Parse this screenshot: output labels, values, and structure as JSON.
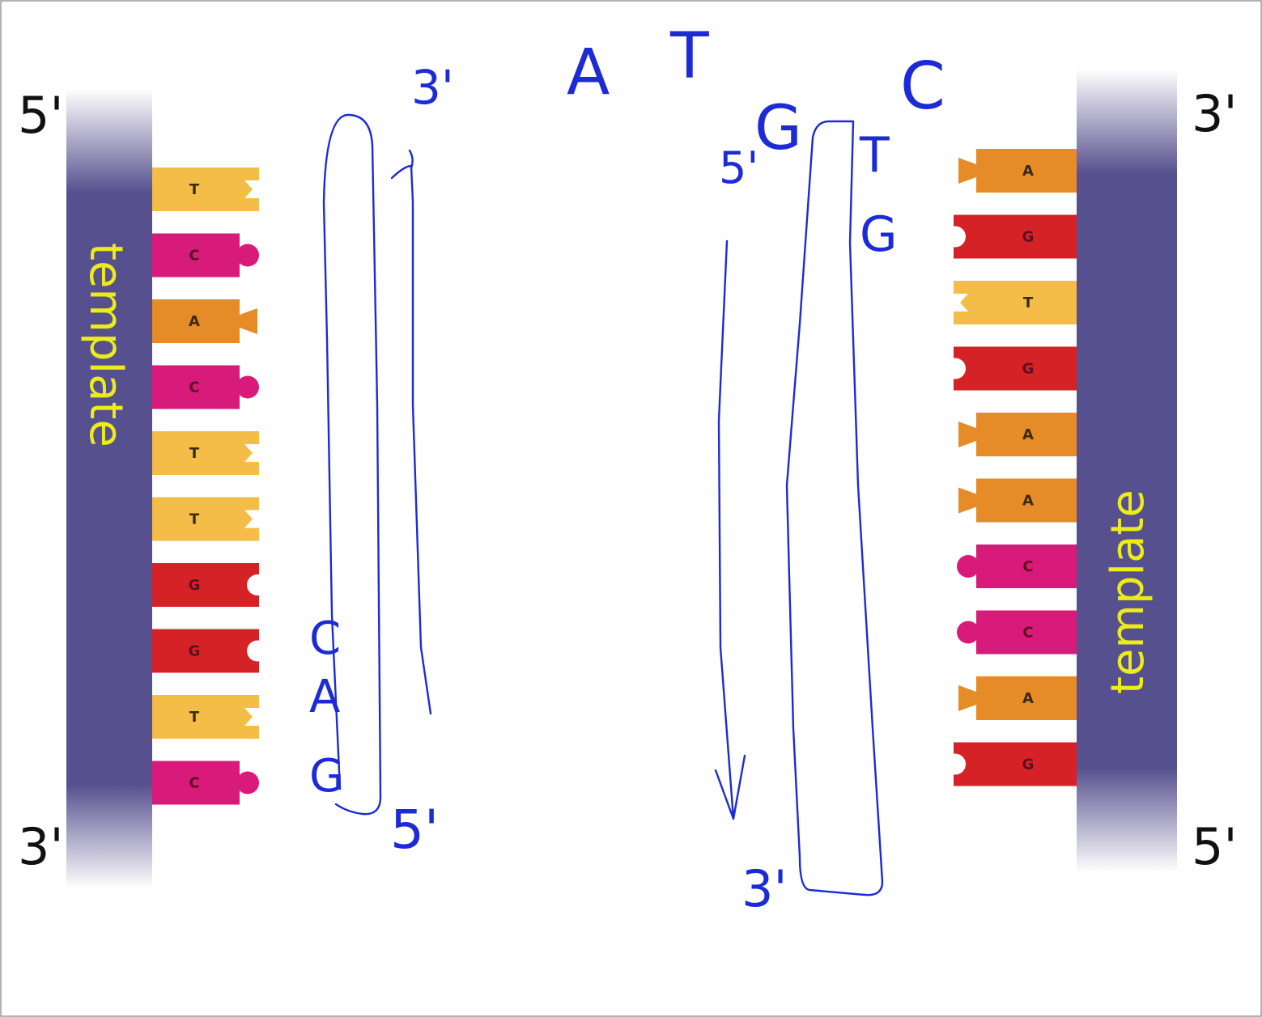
{
  "colors": {
    "backbone": "#56508e",
    "T": "#f4bd48",
    "C": "#d81a7a",
    "A": "#e58b27",
    "G": "#d42226",
    "ink": "#1c2bd6",
    "highlighter": "#ecec1a"
  },
  "left_strand": {
    "top_end": "5'",
    "bottom_end": "3'",
    "bases": [
      "T",
      "C",
      "A",
      "C",
      "T",
      "T",
      "G",
      "G",
      "T",
      "C"
    ],
    "handwritten_label": "template"
  },
  "right_strand": {
    "top_end": "3'",
    "bottom_end": "5'",
    "bases": [
      "A",
      "G",
      "T",
      "G",
      "A",
      "A",
      "C",
      "C",
      "A",
      "G"
    ],
    "handwritten_label": "template"
  },
  "annotations": {
    "top_pairs": [
      "A",
      "T",
      "G",
      "C"
    ],
    "left_new_strand": {
      "top": "3'",
      "bottom": "5'",
      "letters": [
        "C",
        "A",
        "G"
      ]
    },
    "right_new_strand": {
      "top": "5'",
      "bottom": "3'",
      "letters": [
        "T",
        "G"
      ]
    }
  }
}
